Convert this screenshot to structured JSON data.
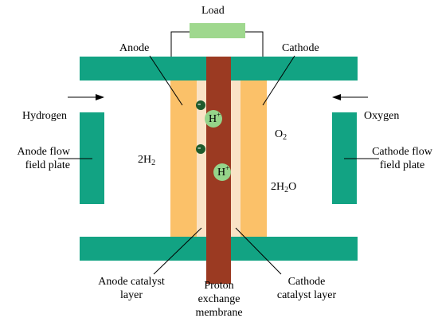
{
  "labels": {
    "load": "Load",
    "anode": "Anode",
    "cathode": "Cathode",
    "hydrogen": "Hydrogen",
    "oxygen": "Oxygen",
    "anode_flow_1": "Anode flow",
    "anode_flow_2": "field plate",
    "cathode_flow_1": "Cathode flow",
    "cathode_flow_2": "field plate",
    "h2_coef": "2H",
    "h2_sub": "2",
    "o2_main": "O",
    "o2_sub": "2",
    "h2o_a": "2H",
    "h2o_sub": "2",
    "h2o_b": "O",
    "hplus_1": "H",
    "hplus_1_sup": "+",
    "hplus_2": "H",
    "hplus_2_sup": "+",
    "electron_1": "-",
    "electron_2": "-",
    "anode_cat_1": "Anode catalyst",
    "anode_cat_2": "layer",
    "pem_1": "Proton",
    "pem_2": "exchange",
    "pem_3": "membrane",
    "cathode_cat_1": "Cathode",
    "cathode_cat_2": "catalyst layer"
  },
  "colors": {
    "plate": "#12a383",
    "gdl": "#fbc169",
    "catalyst": "#fae3c6",
    "membrane": "#9b3a22",
    "load": "#9fd88e",
    "ion": "#95d48a",
    "electron": "#1e5a2b"
  }
}
